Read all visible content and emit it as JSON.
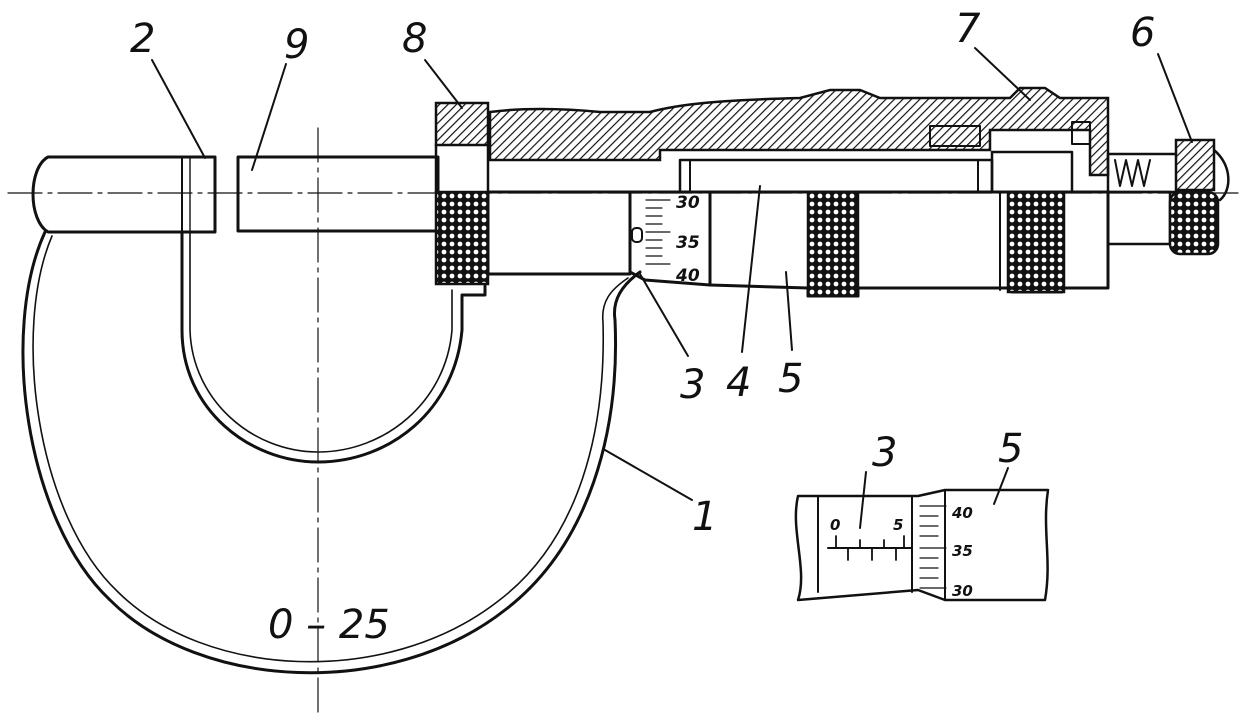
{
  "parts": {
    "frame": "1",
    "anvil": "2",
    "sleeve": "3",
    "spindle_rod": "4",
    "thimble": "5",
    "ratchet": "6",
    "nut": "7",
    "lock": "8",
    "spindle": "9"
  },
  "range_label": "0 – 25",
  "thimble_scale": [
    "30",
    "35",
    "40"
  ],
  "detail": {
    "sleeve_label": "3",
    "thimble_label": "5",
    "sleeve_scale": [
      "0",
      "5"
    ],
    "thimble_scale": [
      "40",
      "35",
      "30"
    ]
  },
  "colors": {
    "ink": "#111111",
    "background": "#ffffff"
  }
}
